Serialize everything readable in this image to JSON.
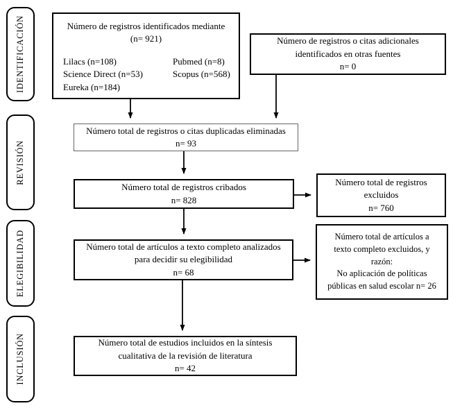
{
  "sidebar": {
    "stages": [
      "IDENTIFICACIÓN",
      "REVISIÓN",
      "ELEGIBILIDAD",
      "INCLUSIÓN"
    ]
  },
  "flow": {
    "identified": {
      "title": [
        "Número de registros identificados mediante",
        "(n= 921)"
      ],
      "sources_col1": [
        "Lilacs (n=108)",
        "Science Direct (n=53)",
        "Eureka (n=184)"
      ],
      "sources_col2": [
        "Pubmed (n=8)",
        "Scopus (n=568)"
      ]
    },
    "additional_sources": [
      "Número de registros o citas adicionales",
      "identificados en otras fuentes",
      "n= 0"
    ],
    "duplicates_removed": [
      "Número total de registros o citas duplicadas eliminadas",
      "n= 93"
    ],
    "screened": [
      "Número total de registros cribados",
      "n= 828"
    ],
    "records_excluded": [
      "Número total de registros",
      "excluidos",
      "n= 760"
    ],
    "fulltext_assessed": [
      "Número total de artículos a texto completo analizados",
      "para decidir su elegibilidad",
      "n= 68"
    ],
    "fulltext_excluded": [
      "Número total de artículos a",
      "texto completo excluidos, y",
      "razón:",
      "No aplicación de políticas",
      "públicas en salud escolar n= 26"
    ],
    "included": [
      "Número total de estudios incluidos en la síntesis",
      "cualitativa de la revisión de literatura",
      "n= 42"
    ]
  },
  "colors": {
    "background": "#ffffff",
    "border": "#000000",
    "text": "#000000"
  }
}
